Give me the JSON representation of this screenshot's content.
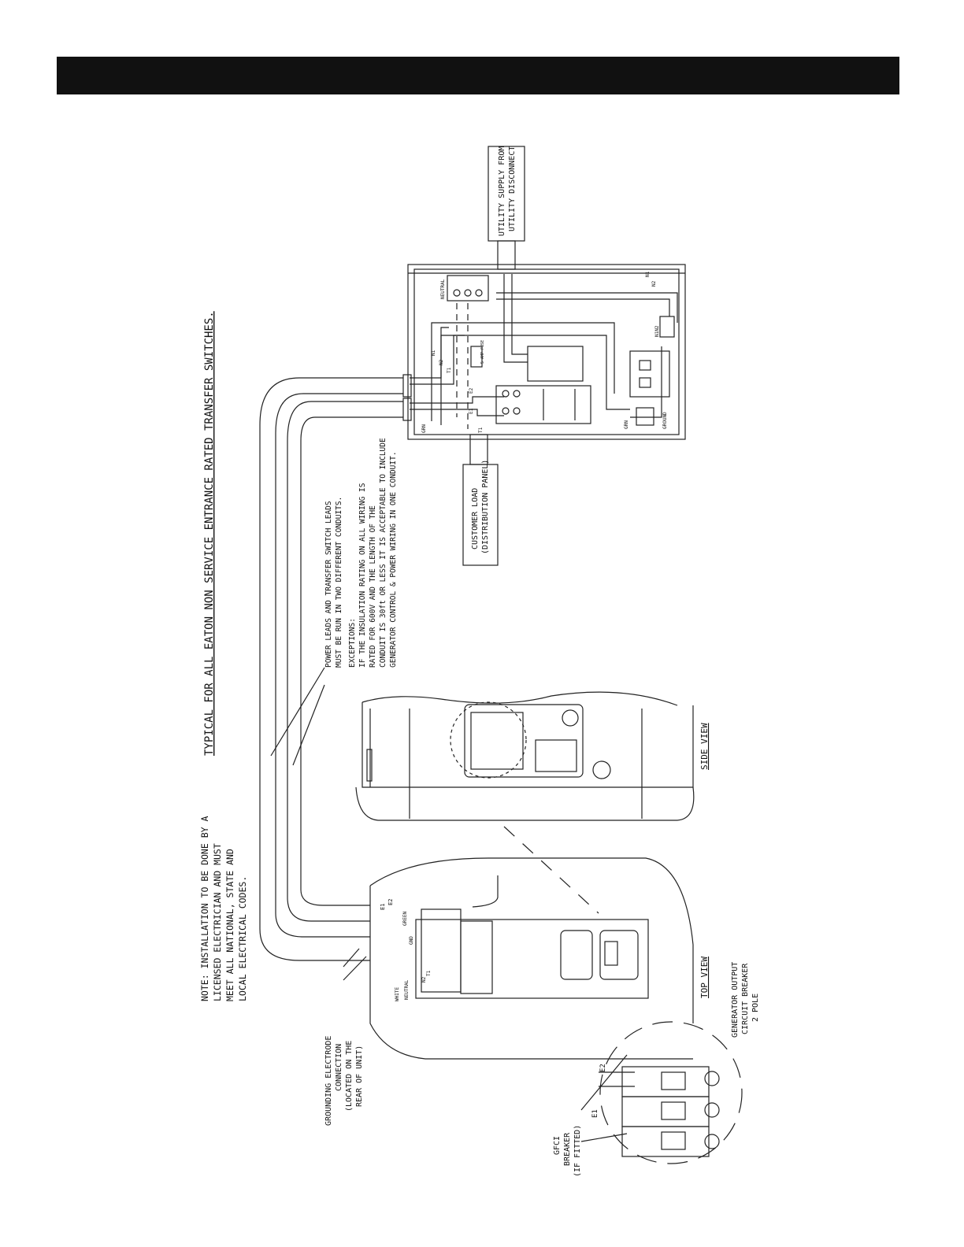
{
  "labels": {
    "title": "TYPICAL FOR ALL EATON NON SERVICE ENTRANCE RATED TRANSFER SWITCHES.",
    "note": [
      "NOTE: INSTALLATION TO BE DONE BY A",
      "LICENSED ELECTRICIAN AND MUST",
      "MEET ALL NATIONAL, STATE AND",
      "LOCAL ELECTRICAL CODES."
    ],
    "conduit_note": [
      "POWER LEADS AND TRANSFER SWITCH LEADS",
      "MUST BE RUN IN TWO DIFFERENT CONDUITS."
    ],
    "exceptions": [
      "EXCEPTIONS:",
      "IF THE INSULATION RATING ON ALL WIRING IS",
      "RATED FOR 600V AND THE LENGTH OF THE",
      "CONDUIT IS 30ft OR LESS IT IS ACCEPTABLE TO INCLUDE",
      "GENERATOR CONTROL & POWER WIRING IN ONE CONDUIT."
    ],
    "utility_supply": [
      "UTILITY SUPPLY FROM",
      "UTILITY DISCONNECT"
    ],
    "customer_load": [
      "CUSTOMER LOAD",
      "(DISTRIBUTION PANEL)"
    ],
    "side_view": "SIDE VIEW",
    "top_view": "TOP VIEW",
    "gen_breaker": [
      "GENERATOR OUTPUT",
      "CIRCUIT BREAKER",
      "2 POLE"
    ],
    "gfci": [
      "GFCI",
      "BREAKER",
      "(IF FITTED)"
    ],
    "grounding": [
      "GROUNDING ELECTRODE",
      "CONNECTION",
      "(LOCATED ON THE",
      "REAR OF UNIT)"
    ],
    "neutral": "NEUTRAL",
    "ground": "GROUND",
    "grn": "GRN",
    "n1": "N1",
    "n2": "N2",
    "t1": "T1",
    "e1": "E1",
    "e2": "E2",
    "n1n2": "N1N2",
    "fuse": "5 AMP FUSE",
    "green": "GREEN",
    "white": "WHITE",
    "gnd": "GND"
  }
}
